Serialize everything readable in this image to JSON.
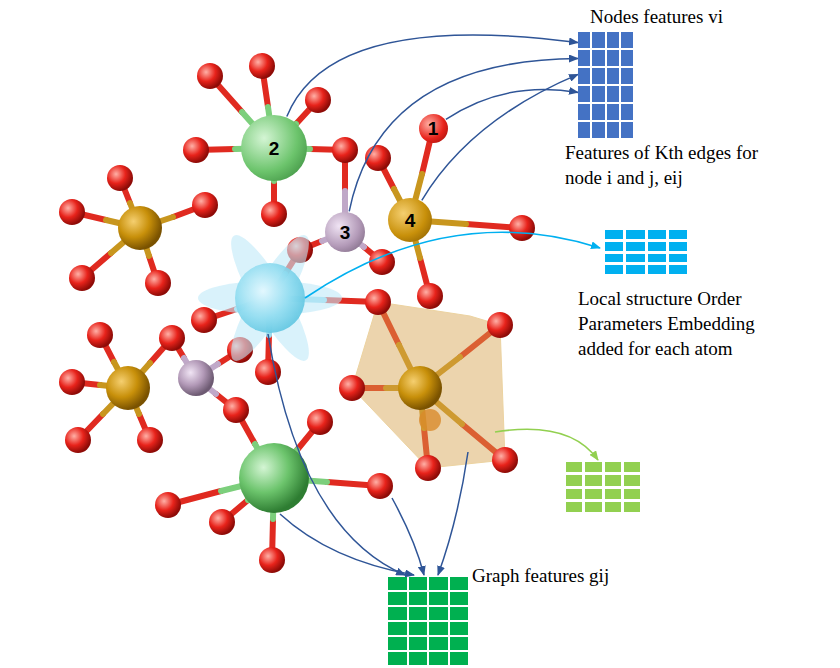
{
  "diagram": {
    "nodes": [
      {
        "text": [
          "Nodes features vi"
        ]
      },
      {
        "text": [
          "1"
        ]
      },
      {
        "text": [
          "2"
        ]
      },
      {
        "text": [
          "3"
        ]
      },
      {
        "text": [
          "4"
        ]
      },
      {
        "text": [
          "Features of Kth edges for node i and j, eij"
        ]
      },
      {
        "text": [
          "Local structure Order Parameters Embedding added for each atom"
        ]
      },
      {
        "text": [
          "Graph features gij"
        ]
      }
    ],
    "edges": [
      {
        "from": 2,
        "to": 0,
        "arrow": "to"
      },
      {
        "from": 3,
        "to": 0,
        "arrow": "to"
      },
      {
        "from": 4,
        "to": 0,
        "arrow": "to"
      },
      {
        "from": 1,
        "to": 0,
        "arrow": "to"
      }
    ]
  }
}
